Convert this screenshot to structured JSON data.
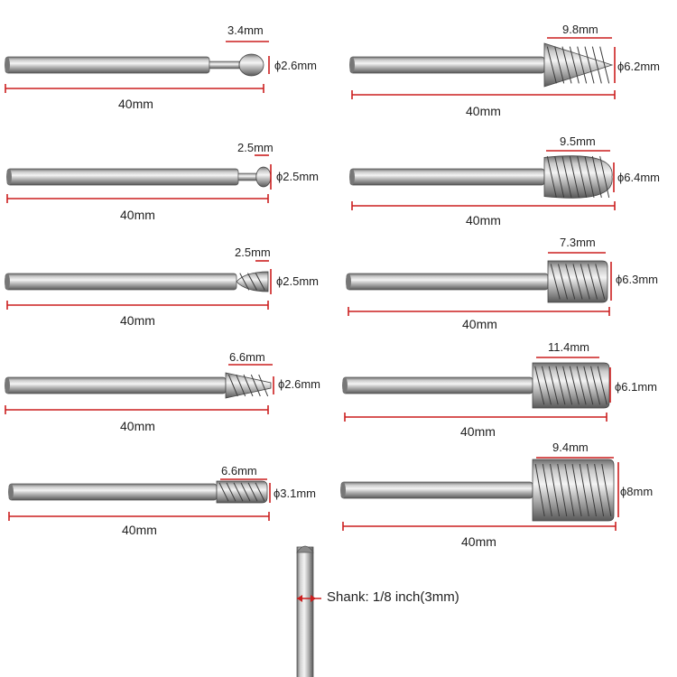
{
  "accent_color": "#cc1f1f",
  "bits": [
    {
      "head": "3.4mm",
      "dia": "ϕ2.6mm",
      "length": "40mm"
    },
    {
      "head": "9.8mm",
      "dia": "ϕ6.2mm",
      "length": "40mm"
    },
    {
      "head": "2.5mm",
      "dia": "ϕ2.5mm",
      "length": "40mm"
    },
    {
      "head": "9.5mm",
      "dia": "ϕ6.4mm",
      "length": "40mm"
    },
    {
      "head": "2.5mm",
      "dia": "ϕ2.5mm",
      "length": "40mm"
    },
    {
      "head": "7.3mm",
      "dia": "ϕ6.3mm",
      "length": "40mm"
    },
    {
      "head": "6.6mm",
      "dia": "ϕ2.6mm",
      "length": "40mm"
    },
    {
      "head": "11.4mm",
      "dia": "ϕ6.1mm",
      "length": "40mm"
    },
    {
      "head": "6.6mm",
      "dia": "ϕ3.1mm",
      "length": "40mm"
    },
    {
      "head": "9.4mm",
      "dia": "ϕ8mm",
      "length": "40mm"
    }
  ],
  "shank": {
    "label": "Shank: 1/8 inch(3mm)"
  }
}
